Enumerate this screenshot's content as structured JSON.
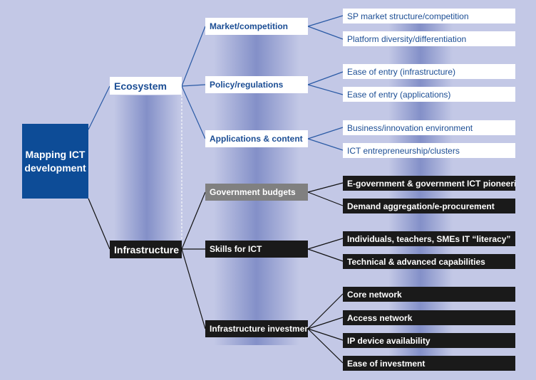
{
  "diagram": {
    "root": "Mapping ICT development",
    "ecosystem": {
      "label": "Ecosystem",
      "groups": [
        {
          "label": "Market/competition",
          "items": [
            "SP market structure/competition",
            "Platform diversity/differentiation"
          ]
        },
        {
          "label": "Policy/regulations",
          "items": [
            "Ease of entry (infrastructure)",
            "Ease of entry (applications)"
          ]
        },
        {
          "label": "Applications & content",
          "items": [
            "Business/innovation environment",
            "ICT entrepreneurship/clusters"
          ]
        }
      ]
    },
    "infrastructure": {
      "label": "Infrastructure",
      "groups": [
        {
          "label": "Government budgets",
          "items": [
            "E-government & government ICT pioneering",
            "Demand aggregation/e-procurement"
          ]
        },
        {
          "label": "Skills for ICT",
          "items": [
            "Individuals, teachers, SMEs IT “literacy”",
            "Technical & advanced capabilities"
          ]
        },
        {
          "label": "Infrastructure investment",
          "items": [
            "Core network",
            "Access network",
            "IP device availability",
            "Ease of investment"
          ]
        }
      ]
    },
    "colors": {
      "background": "#c3c8e6",
      "root_fill": "#0d4c97",
      "ecosystem_text": "#1b4d94",
      "ecosystem_line": "#2a5aa5",
      "infrastructure_fill": "#1a1a1a",
      "highlight_fill": "#808080"
    }
  }
}
